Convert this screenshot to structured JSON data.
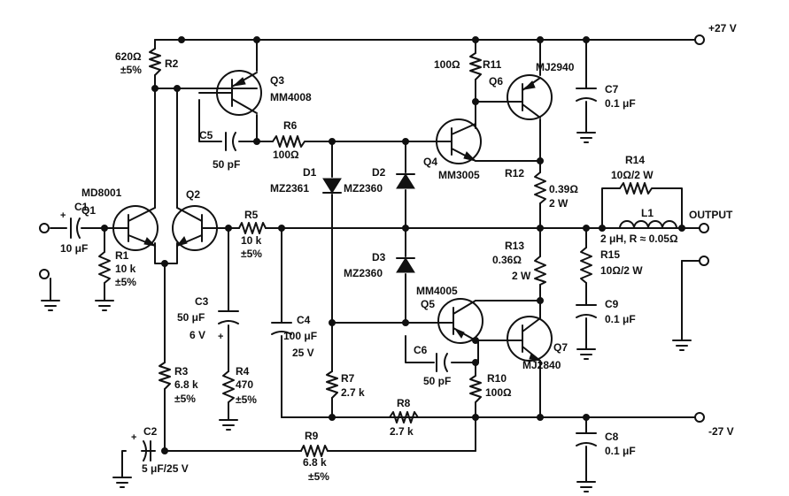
{
  "supply": {
    "pos": "+27 V",
    "neg": "-27 V",
    "output": "OUTPUT"
  },
  "components": {
    "R1": {
      "ref": "R1",
      "lines": [
        "10 k",
        "±5%"
      ]
    },
    "R2": {
      "ref": "R2",
      "lines": [
        "620Ω",
        "±5%"
      ]
    },
    "R3": {
      "ref": "R3",
      "lines": [
        "6.8 k",
        "±5%"
      ]
    },
    "R4": {
      "ref": "R4",
      "lines": [
        "470",
        "±5%"
      ]
    },
    "R5": {
      "ref": "R5",
      "lines": [
        "10 k",
        "±5%"
      ]
    },
    "R6": {
      "ref": "R6",
      "lines": [
        "100Ω"
      ]
    },
    "R7": {
      "ref": "R7",
      "lines": [
        "2.7 k"
      ]
    },
    "R8": {
      "ref": "R8",
      "lines": [
        "2.7 k"
      ]
    },
    "R9": {
      "ref": "R9",
      "lines": [
        "6.8 k",
        "±5%"
      ]
    },
    "R10": {
      "ref": "R10",
      "lines": [
        "100Ω"
      ]
    },
    "R11": {
      "ref": "R11",
      "lines": [
        "100Ω"
      ]
    },
    "R12": {
      "ref": "R12",
      "lines": [
        "0.39Ω",
        "2 W"
      ]
    },
    "R13": {
      "ref": "R13",
      "lines": [
        "0.36Ω",
        "2 W"
      ]
    },
    "R14": {
      "ref": "R14",
      "lines": [
        "10Ω/2 W"
      ]
    },
    "R15": {
      "ref": "R15",
      "lines": [
        "10Ω/2 W"
      ]
    },
    "L1": {
      "ref": "L1",
      "lines": [
        "2 μH, R ≈ 0.05Ω"
      ]
    },
    "C1": {
      "ref": "C1",
      "lines": [
        "10 μF"
      ]
    },
    "C2": {
      "ref": "C2",
      "lines": [
        "5 μF/25 V"
      ]
    },
    "C3": {
      "ref": "C3",
      "lines": [
        "50 μF",
        "6 V"
      ]
    },
    "C4": {
      "ref": "C4",
      "lines": [
        "100 μF",
        "25 V"
      ]
    },
    "C5": {
      "ref": "C5",
      "lines": [
        "50 pF"
      ]
    },
    "C6": {
      "ref": "C6",
      "lines": [
        "50 pF"
      ]
    },
    "C7": {
      "ref": "C7",
      "lines": [
        "0.1 μF"
      ]
    },
    "C8": {
      "ref": "C8",
      "lines": [
        "0.1 μF"
      ]
    },
    "C9": {
      "ref": "C9",
      "lines": [
        "0.1 μF"
      ]
    },
    "D1": {
      "ref": "D1",
      "part": "MZ2361"
    },
    "D2": {
      "ref": "D2",
      "part": "MZ2360"
    },
    "D3": {
      "ref": "D3",
      "part": "MZ2360"
    },
    "Q1": {
      "ref": "Q1",
      "part": "MD8001"
    },
    "Q2": {
      "ref": "Q2"
    },
    "Q3": {
      "ref": "Q3",
      "part": "MM4008"
    },
    "Q4": {
      "ref": "Q4",
      "part": "MM3005"
    },
    "Q5": {
      "ref": "Q5",
      "part": "MM4005"
    },
    "Q6": {
      "ref": "Q6",
      "part": "MJ2940"
    },
    "Q7": {
      "ref": "Q7",
      "part": "MJ2840"
    }
  }
}
